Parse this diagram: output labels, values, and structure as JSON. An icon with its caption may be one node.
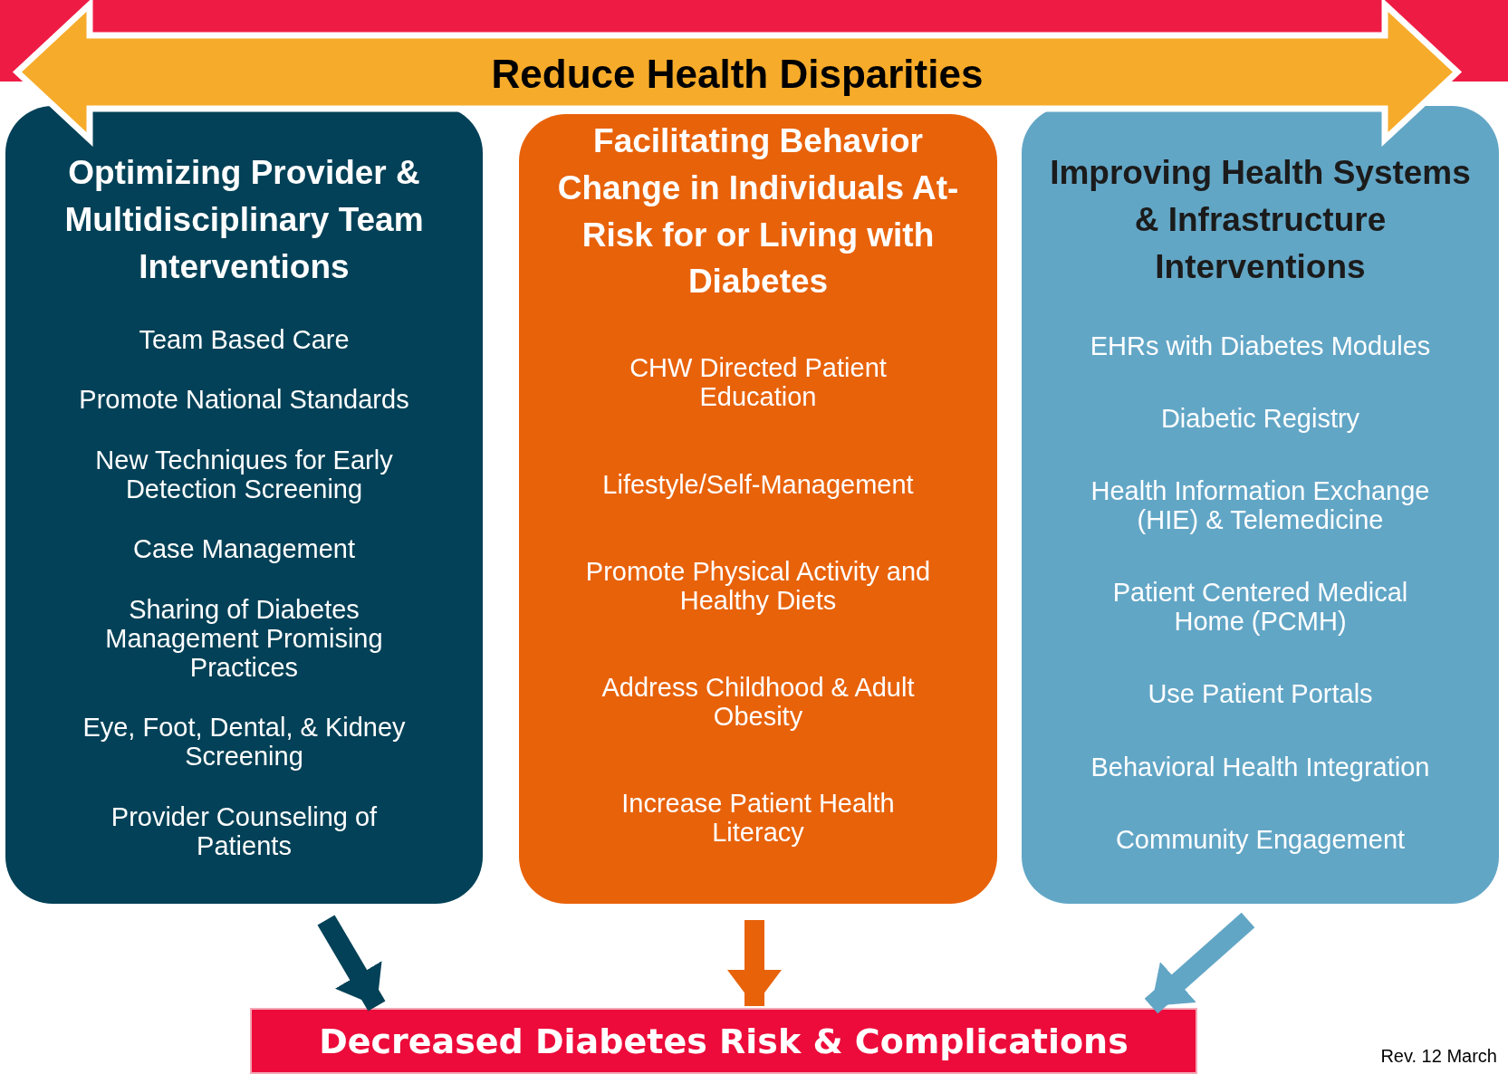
{
  "diagram": {
    "nodes": [
      {
        "text": [
          "Reduce Health Disparities"
        ]
      },
      {
        "text": [
          "Optimizing Provider & Multidisciplinary Team Interventions",
          "Team Based Care",
          "Promote National Standards",
          "New Techniques for Early Detection Screening",
          "Case Management",
          "Sharing of Diabetes Management Promising Practices",
          "Eye, Foot, Dental, & Kidney Screening",
          "Provider Counseling of Patients"
        ]
      },
      {
        "text": [
          "Facilitating Behavior Change in Individuals At-Risk for or Living with Diabetes",
          "CHW Directed Patient Education",
          "Lifestyle/Self-Management",
          "Promote Physical Activity and Healthy Diets",
          "Address Childhood & Adult Obesity",
          "Increase Patient Health Literacy"
        ]
      },
      {
        "text": [
          "Improving Health Systems & Infrastructure Interventions",
          "EHRs with Diabetes Modules",
          "Diabetic Registry",
          "Health Information Exchange (HIE) & Telemedicine",
          "Patient Centered Medical Home (PCMH)",
          "Use Patient Portals",
          "Behavioral Health Integration",
          "Community Engagement"
        ]
      },
      {
        "text": [
          "Decreased Diabetes Risk & Complications"
        ]
      }
    ],
    "edges": [
      {
        "from": 1,
        "to": 4,
        "arrow": "to",
        "color": "#024157"
      },
      {
        "from": 2,
        "to": 4,
        "arrow": "to",
        "color": "#e8620a"
      },
      {
        "from": 3,
        "to": 4,
        "arrow": "to",
        "color": "#62a6c6"
      }
    ],
    "labels": [
      "Rev. 12 March"
    ]
  }
}
